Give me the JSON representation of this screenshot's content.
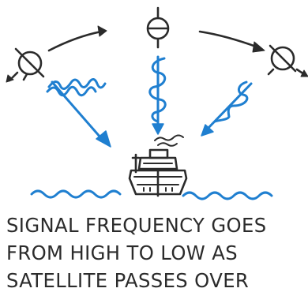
{
  "caption": {
    "lines": [
      "SIGNAL FREQUENCY GOES",
      "FROM HIGH TO LOW AS",
      "SATELLITE PASSES OVER"
    ]
  },
  "colors": {
    "signal": "#1f7fd0",
    "ink": "#2b2b2b",
    "background": "#ffffff"
  },
  "icons": {
    "satellite": "satellite-icon",
    "ship": "ship-icon",
    "signal_wave": "signal-wave-icon",
    "sea": "sea-wave-icon"
  }
}
